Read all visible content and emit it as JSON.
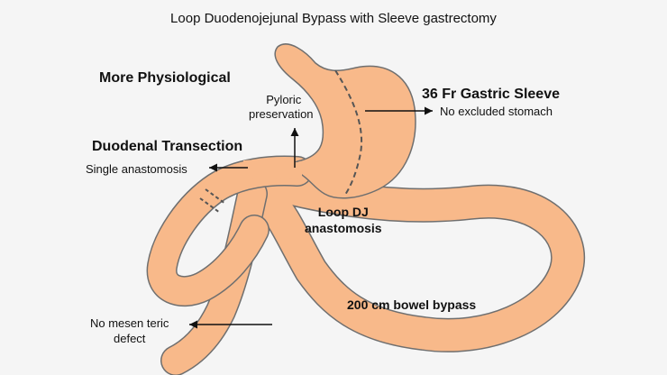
{
  "title": "Loop Duodenojejunal Bypass with Sleeve gastrectomy",
  "labels": {
    "more_physiological": "More Physiological",
    "pyloric_preservation_1": "Pyloric",
    "pyloric_preservation_2": "preservation",
    "gastric_sleeve": "36 Fr Gastric Sleeve",
    "no_excluded_stomach": "No excluded stomach",
    "duodenal_transection": "Duodenal Transection",
    "single_anastomosis": "Single anastomosis",
    "loop_dj_1": "Loop DJ",
    "loop_dj_2": "anastomosis",
    "bowel_bypass": "200 cm bowel bypass",
    "no_mesenteric_1": "No mesen teric",
    "no_mesenteric_2": "defect"
  },
  "colors": {
    "bowel_fill": "#f8b98a",
    "outline": "#6f6f6f",
    "background": "#f5f5f5"
  }
}
